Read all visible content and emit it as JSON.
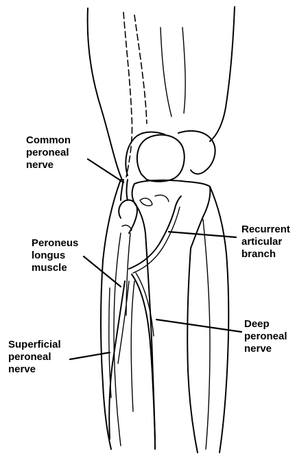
{
  "labels": {
    "common_peroneal": [
      "Common",
      "peroneal",
      "nerve"
    ],
    "peroneus_longus": [
      "Peroneus",
      "longus",
      "muscle"
    ],
    "superficial_peroneal": [
      "Superficial",
      "peroneal",
      "nerve"
    ],
    "recurrent_articular": [
      "Recurrent",
      "articular",
      "branch"
    ],
    "deep_peroneal": [
      "Deep",
      "peroneal",
      "nerve"
    ]
  },
  "colors": {
    "line": "#000000",
    "background": "#ffffff"
  }
}
